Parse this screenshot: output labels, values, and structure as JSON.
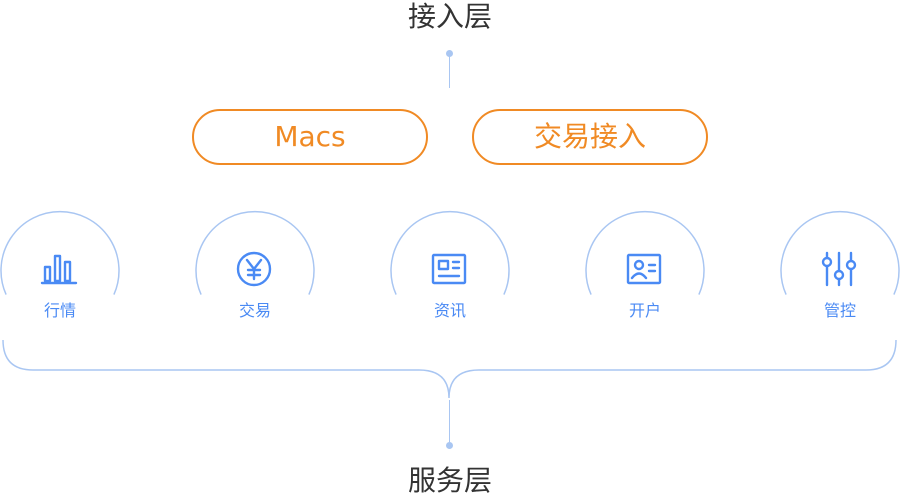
{
  "access_layer": {
    "title": "接入层",
    "items": [
      {
        "label": "Macs"
      },
      {
        "label": "交易接入"
      }
    ]
  },
  "service_layer": {
    "title": "服务层",
    "items": [
      {
        "label": "行情",
        "icon": "bar-chart-icon"
      },
      {
        "label": "交易",
        "icon": "yen-coin-icon"
      },
      {
        "label": "资讯",
        "icon": "news-card-icon"
      },
      {
        "label": "开户",
        "icon": "id-card-icon"
      },
      {
        "label": "管控",
        "icon": "sliders-icon"
      }
    ]
  },
  "colors": {
    "accent_orange": "#f08a24",
    "accent_blue": "#4a8af4",
    "line_blue": "#a9c6f2",
    "text_dark": "#333333"
  }
}
